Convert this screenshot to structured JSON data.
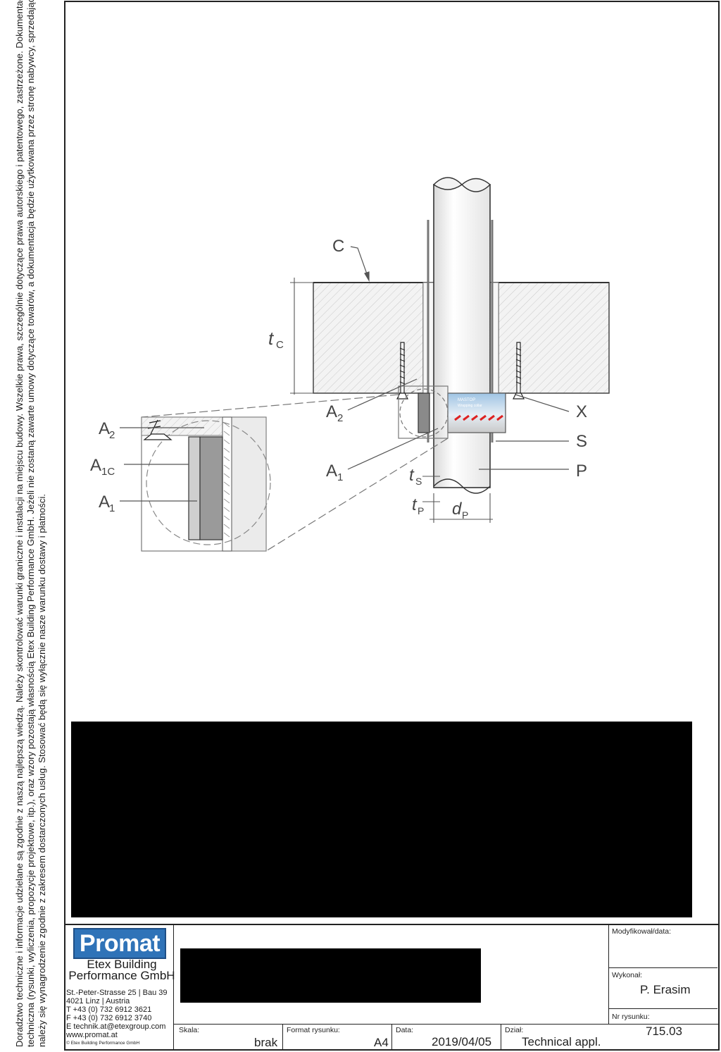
{
  "disclaimer": {
    "line1": "Doradztwo techniczne i informacje udzielane są zgodnie z naszą najlepszą wiedzą. Należy skontrolować warunki graniczne i instalacji na miejscu budowy. Wszelkie prawa, szczególnie dotyczące prawa autorskiego i patentowego, zastrzeżone. Dokumentacja",
    "line2": "techniczna (rysunki, wyliczenia, propozycje projektowe, itp.), oraz wzory pozostają własnością Etex Building Performance GmbH. Jeżeli nie zostaną zawarte umowy dotyczące towarów, a dokumentacja będzie użytkowana przez stronę nabywcy, sprzedającemu",
    "line3": "należy się wynagrodzenie zgodnie z zakresem dostarczonych usług. Stosować będą się wyłącznie nasze warunku dostawy i płatności."
  },
  "drawing": {
    "labels": {
      "C": "C",
      "tC_main": "t",
      "tC_sub": "C",
      "X": "X",
      "S": "S",
      "P": "P",
      "A2_main": "A",
      "A2_sub": "2",
      "A1_main": "A",
      "A1_sub": "1",
      "tS_main": "t",
      "tS_sub": "S",
      "tP_main": "t",
      "tP_sub": "P",
      "dP_main": "d",
      "dP_sub": "P",
      "detail_A2_main": "A",
      "detail_A2_sub": "2",
      "detail_A1C_main": "A",
      "detail_A1C_sub": "1C",
      "detail_A1_main": "A",
      "detail_A1_sub": "1"
    },
    "product_label": "MASTOP",
    "product_sub": "Wrapping collar"
  },
  "title_block": {
    "logo": "Promat",
    "company_line1": "Etex Building",
    "company_line2": "Performance GmbH",
    "address": [
      "St.-Peter-Strasse 25 | Bau 39",
      "4021 Linz | Austria",
      "T +43 (0) 732 6912 3621",
      "F +43 (0) 732 6912 3740",
      "E technik.at@etexgroup.com",
      "www.promat.at"
    ],
    "copyright": "© Etex Building Performance GmbH",
    "modified_label": "Modyfikował/data:",
    "made_label": "Wykonał:",
    "made_value": "P. Erasim",
    "drawing_no_label": "Nr rysunku:",
    "drawing_no_value": "715.03",
    "scale_label": "Skala:",
    "scale_value": "brak",
    "format_label": "Format rysunku:",
    "format_value": "A4",
    "date_label": "Data:",
    "date_value": "2019/04/05",
    "dept_label": "Dział:",
    "dept_value": "Technical appl."
  }
}
